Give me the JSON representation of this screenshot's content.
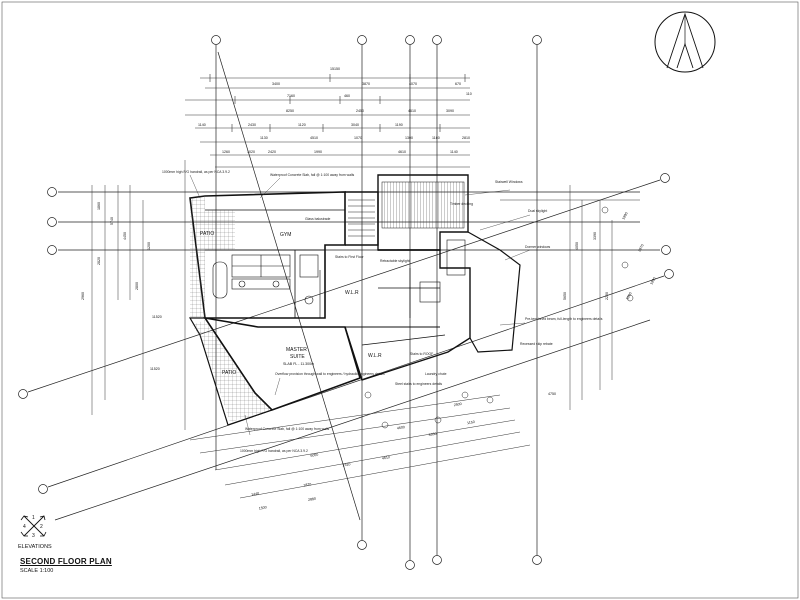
{
  "drawing": {
    "title": "SECOND FLOOR PLAN",
    "scale": "SCALE 1:100",
    "elevations_label": "ELEVATIONS",
    "elevation_markers": [
      "1",
      "2",
      "3",
      "4"
    ]
  },
  "rooms": {
    "gym": "GYM",
    "patio_upper": "PATIO",
    "patio_lower": "PATIO",
    "master_suite": "MASTER\nSUITE",
    "master_suite_line1": "MASTER",
    "master_suite_line2": "SUITE",
    "master_suite_level": "SLAB FL - 11.300m",
    "wlr_upper": "W.L.R",
    "wlr_lower": "W.L.R"
  },
  "dimensions_top": [
    "15150",
    "3400",
    "3870",
    "4070",
    "670",
    "110",
    "7160",
    "460",
    "8250",
    "2450",
    "4610",
    "3090",
    "1140",
    "2430",
    "1120",
    "3040",
    "1190",
    "1130",
    "4510",
    "1070",
    "1300",
    "1160",
    "2810",
    "1260",
    "1020",
    "2420",
    "1990",
    "4610",
    "1140"
  ],
  "dimensions_left": [
    "2960",
    "1860",
    "2820",
    "5740",
    "4450",
    "2800",
    "11520",
    "1200",
    "11520"
  ],
  "dimensions_right": [
    "5650",
    "4050",
    "3390",
    "2200",
    "1990",
    "2970",
    "1990",
    "1960",
    "4750"
  ],
  "dimensions_bottom": [
    "1500",
    "2880",
    "1440",
    "1870",
    "4610",
    "3360",
    "1150",
    "2310",
    "6050",
    "4600",
    "2500"
  ],
  "notes": [
    "1000mm high F/G handrail, as per NCA 3.9.2",
    "Waterproof Concrete Slab, fall @ 1:100 away from walls",
    "Glass balustrade",
    "Stairs to First Floor",
    "Stairwell Windows",
    "Overflow provision through wall to engineers / hydraulic engineers details",
    "Steel stairs to engineers details",
    "Retractable skylight",
    "Waterproof Concrete Slab, fall @ 1:100 away from walls",
    "1000mm high F/G handrail, as per NCA 3.9.2",
    "Recessed skip rebate",
    "Pre-tensioned beam, full-length to engineers details",
    "Stairs to ROOF",
    "Dual skylight",
    "Dormer windows",
    "Laundry chute",
    "Timber decking"
  ]
}
